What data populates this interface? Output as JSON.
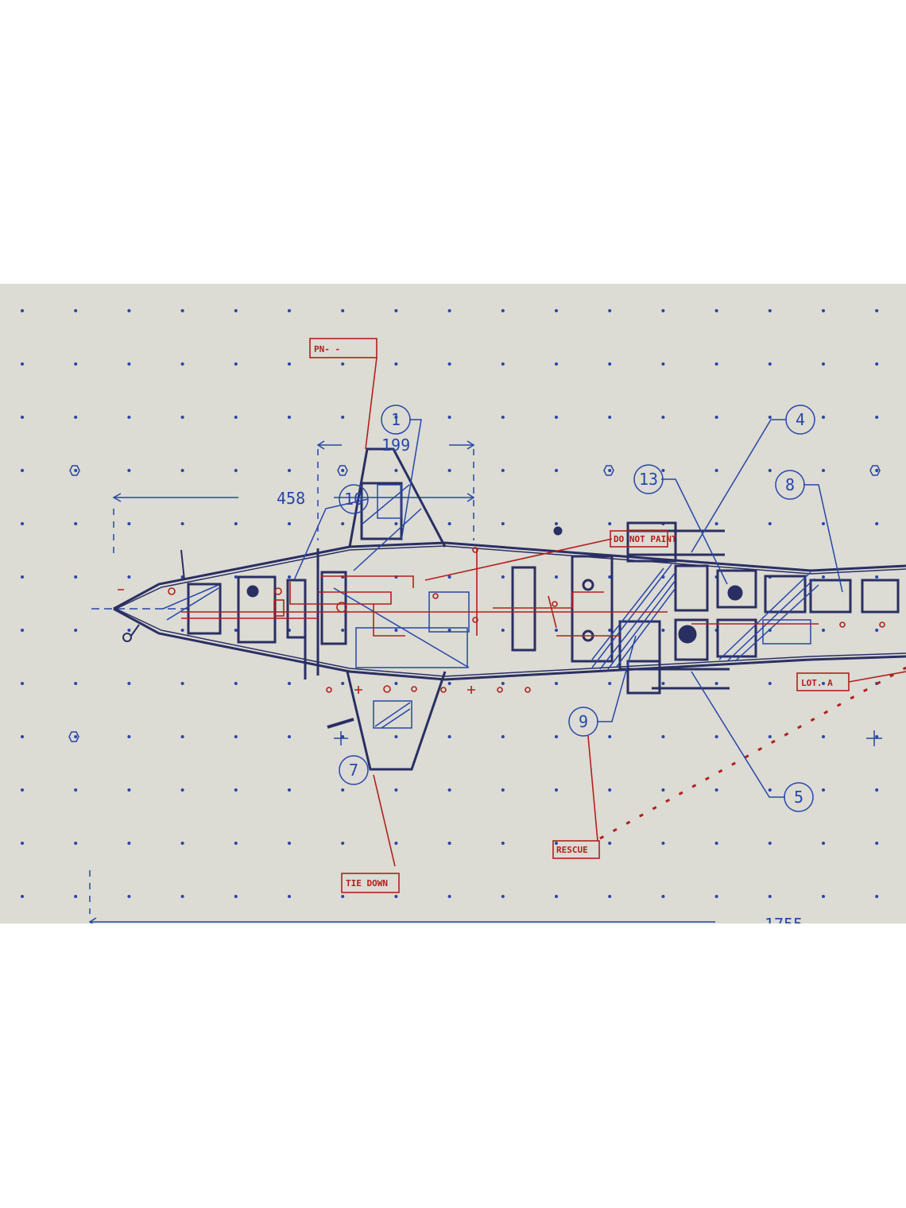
{
  "colors": {
    "paper": "#dcdbd4",
    "blue_ink": "#2747a8",
    "navy_ink": "#2a2f63",
    "red_ink": "#b1211c"
  },
  "labels": {
    "part_number": "PN-   -",
    "do_not_paint": "DO NOT PAINT",
    "lot": "LOT. A",
    "rescue": "RESCUE",
    "tie_down": "TIE DOWN"
  },
  "dimensions": {
    "wing_span": "199",
    "nose_to_wing": "458",
    "overall": "1755"
  },
  "callouts": [
    "1",
    "10",
    "13",
    "4",
    "8",
    "9",
    "5",
    "7"
  ]
}
